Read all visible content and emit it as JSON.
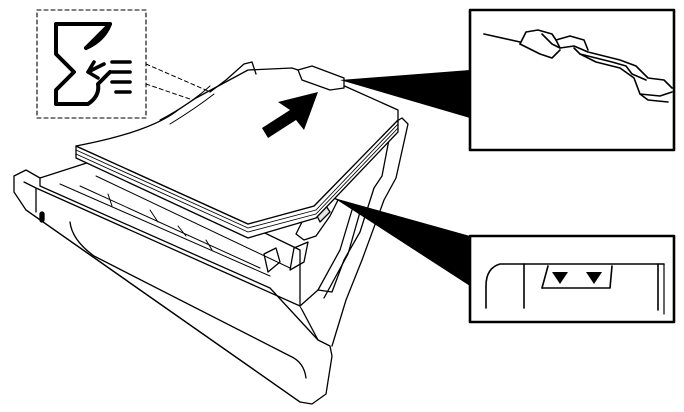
{
  "figure": {
    "subject": "paper-cassette-loading",
    "icons": {
      "paper_side_icon": "paper-face-up-insert-icon",
      "insert_direction": "arrow-up-right-icon"
    },
    "callouts": [
      {
        "id": "length-guide-detail",
        "icon": "paper-length-guide-icon"
      },
      {
        "id": "load-limit-detail",
        "icon": "load-limit-triangles-icon",
        "marks": 2
      }
    ],
    "colors": {
      "line": "#000000",
      "fill": "#ffffff",
      "shade": "#e6e6e6"
    }
  }
}
